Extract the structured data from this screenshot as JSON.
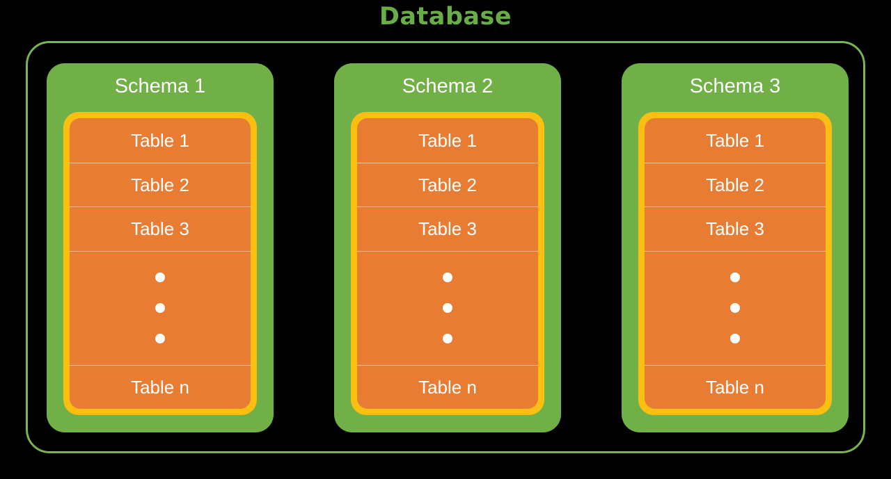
{
  "title": "Database",
  "colors": {
    "background": "#000000",
    "title_green": "#68ad46",
    "boundary_green": "#79b356",
    "schema_green": "#71af47",
    "table_border_yellow": "#fbbf12",
    "table_orange": "#e87c33",
    "row_separator": "#f4c6a2",
    "text_white": "#ffffff"
  },
  "database": {
    "label": "Database",
    "schemas": [
      {
        "label": "Schema 1",
        "tables": [
          {
            "label": "Table 1"
          },
          {
            "label": "Table 2"
          },
          {
            "label": "Table 3"
          },
          {
            "label": "Table n"
          }
        ],
        "ellipsis_dots": 3
      },
      {
        "label": "Schema 2",
        "tables": [
          {
            "label": "Table 1"
          },
          {
            "label": "Table 2"
          },
          {
            "label": "Table 3"
          },
          {
            "label": "Table n"
          }
        ],
        "ellipsis_dots": 3
      },
      {
        "label": "Schema 3",
        "tables": [
          {
            "label": "Table 1"
          },
          {
            "label": "Table 2"
          },
          {
            "label": "Table 3"
          },
          {
            "label": "Table n"
          }
        ],
        "ellipsis_dots": 3
      }
    ]
  }
}
